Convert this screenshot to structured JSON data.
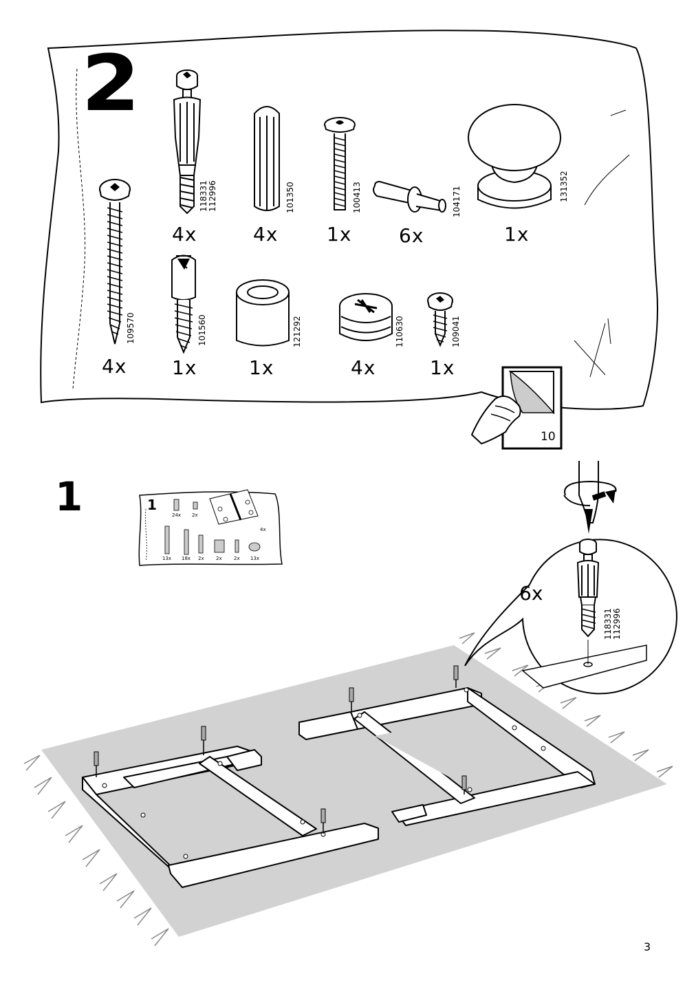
{
  "parts_panel": {
    "step_number": "2",
    "parts": [
      {
        "part_no": "118331\n112996",
        "pn1": "118331",
        "pn2": "112996",
        "qty": "4x",
        "icon": "cam-bolt-icon"
      },
      {
        "part_no": "101350",
        "qty": "4x",
        "icon": "dowel-icon"
      },
      {
        "part_no": "100413",
        "qty": "1x",
        "icon": "machine-screw-icon"
      },
      {
        "part_no": "104171",
        "qty": "6x",
        "icon": "shelf-pin-icon"
      },
      {
        "part_no": "131352",
        "qty": "1x",
        "icon": "knob-icon"
      },
      {
        "part_no": "109570",
        "qty": "4x",
        "icon": "long-wood-screw-icon"
      },
      {
        "part_no": "101560",
        "qty": "1x",
        "icon": "dowel-screw-icon"
      },
      {
        "part_no": "121292",
        "qty": "1x",
        "icon": "sleeve-icon"
      },
      {
        "part_no": "110630",
        "qty": "4x",
        "icon": "cam-lock-icon"
      },
      {
        "part_no": "109041",
        "qty": "1x",
        "icon": "short-screw-icon"
      }
    ]
  },
  "page_turn": {
    "page_ref": "10"
  },
  "step1": {
    "step_number": "1",
    "thumb": {
      "step_number": "1",
      "qtys": [
        "24x",
        "2x",
        "4x",
        "13x",
        "18x",
        "2x",
        "2x",
        "2x",
        "13x"
      ]
    }
  },
  "callout": {
    "qty": "6x",
    "pn1": "118331",
    "pn2": "112996"
  },
  "page_number": "3"
}
